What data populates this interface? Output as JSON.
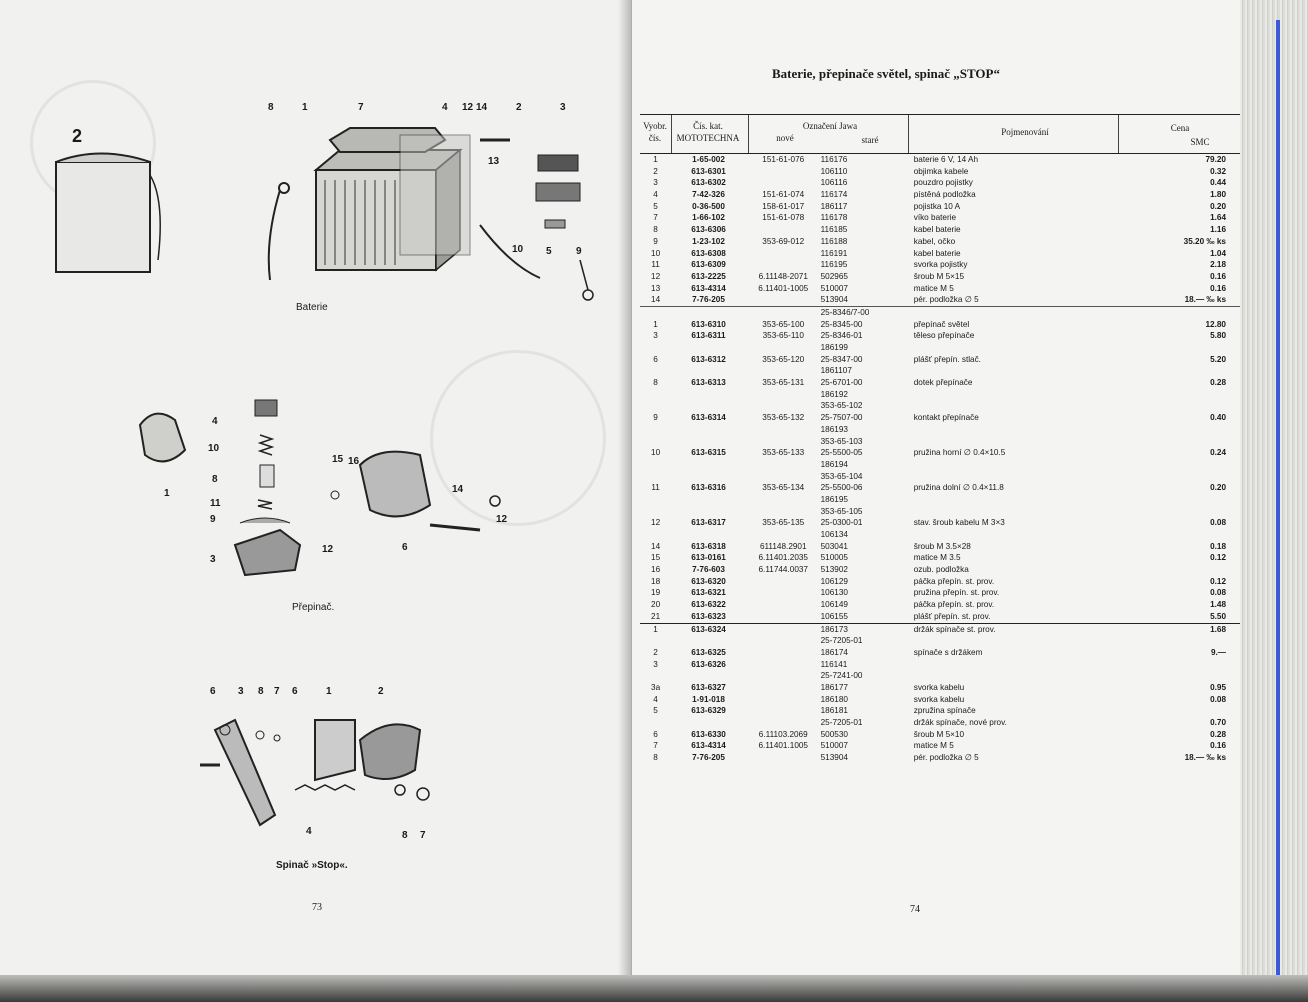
{
  "left_page": {
    "page_number": "73",
    "captions": {
      "battery": "Baterie",
      "switch": "Přepinač.",
      "stop": "Spinač »Stop«."
    },
    "battery_callouts": [
      "8",
      "1",
      "7",
      "4",
      "12",
      "14",
      "2",
      "3",
      "13",
      "10",
      "5",
      "9"
    ],
    "battery_callout_big": "2",
    "switch_callouts": [
      "4",
      "10",
      "8",
      "11",
      "9",
      "3",
      "12",
      "15",
      "16",
      "6",
      "14",
      "12",
      "1"
    ],
    "stop_callouts": [
      "6",
      "3",
      "8",
      "7",
      "6",
      "1",
      "2",
      "4",
      "8",
      "7"
    ]
  },
  "right_page": {
    "page_number": "74",
    "title": "Baterie, přepinače světel, spinač „STOP“",
    "headers": {
      "vyobr": "Vyobr.",
      "cis": "čís.",
      "cat": "Čís. kat.",
      "moto": "MOTOTECHNA",
      "jawa": "Označení Jawa",
      "nove": "nové",
      "stare": "staré",
      "name": "Pojmenování",
      "cena": "Cena",
      "smc": "SMC"
    },
    "rows": [
      {
        "n": "1",
        "cat": "1-65-002",
        "nove": "151-61-076",
        "stare": "116176",
        "name": "baterie 6 V, 14 Ah",
        "price": "79.20"
      },
      {
        "n": "2",
        "cat": "613-6301",
        "nove": "",
        "stare": "106110",
        "name": "objimka kabele",
        "price": "0.32"
      },
      {
        "n": "3",
        "cat": "613-6302",
        "nove": "",
        "stare": "106116",
        "name": "pouzdro pojistky",
        "price": "0.44"
      },
      {
        "n": "4",
        "cat": "7-42-326",
        "nove": "151-61-074",
        "stare": "116174",
        "name": "pístěná podložka",
        "price": "1.80"
      },
      {
        "n": "5",
        "cat": "0-36-500",
        "nove": "158-61-017",
        "stare": "186117",
        "name": "pojistka 10 A",
        "price": "0.20"
      },
      {
        "n": "7",
        "cat": "1-66-102",
        "nove": "151-61-078",
        "stare": "116178",
        "name": "víko baterie",
        "price": "1.64"
      },
      {
        "n": "8",
        "cat": "613-6306",
        "nove": "",
        "stare": "116185",
        "name": "kabel baterie",
        "price": "1.16"
      },
      {
        "n": "9",
        "cat": "1-23-102",
        "nove": "353-69-012",
        "stare": "116188",
        "name": "kabel, očko",
        "price": "35.20 ‰ ks"
      },
      {
        "n": "10",
        "cat": "613-6308",
        "nove": "",
        "stare": "116191",
        "name": "kabel baterie",
        "price": "1.04"
      },
      {
        "n": "11",
        "cat": "613-6309",
        "nove": "",
        "stare": "116195",
        "name": "svorka pojistky",
        "price": "2.18"
      },
      {
        "n": "12",
        "cat": "613-2225",
        "nove": "6.11148-2071",
        "stare": "502965",
        "name": "šroub M 5×15",
        "price": "0.16"
      },
      {
        "n": "13",
        "cat": "613-4314",
        "nove": "6.11401-1005",
        "stare": "510007",
        "name": "matice M 5",
        "price": "0.16"
      },
      {
        "n": "14",
        "cat": "7-76-205",
        "nove": "",
        "stare": "513904",
        "name": "pér. podložka ∅ 5",
        "price": "18.— ‰ ks"
      },
      {
        "n": "",
        "cat": "",
        "nove": "",
        "stare": "25-8346/7-00",
        "name": "",
        "price": "",
        "sep": true
      },
      {
        "n": "1",
        "cat": "613-6310",
        "nove": "353-65-100",
        "stare": "25-8345-00",
        "name": "přepínač světel",
        "price": "12.80"
      },
      {
        "n": "3",
        "cat": "613-6311",
        "nove": "353-65-110",
        "stare": "25-8346-01",
        "name": "těleso přepínače",
        "price": "5.80"
      },
      {
        "n": "",
        "cat": "",
        "nove": "",
        "stare": "186199",
        "name": "",
        "price": ""
      },
      {
        "n": "6",
        "cat": "613-6312",
        "nove": "353-65-120",
        "stare": "25-8347-00",
        "name": "plášť přepín. stlač.",
        "price": "5.20"
      },
      {
        "n": "",
        "cat": "",
        "nove": "",
        "stare": "1861107",
        "name": "",
        "price": ""
      },
      {
        "n": "8",
        "cat": "613-6313",
        "nove": "353-65-131",
        "stare": "25-6701-00",
        "name": "dotek přepínače",
        "price": "0.28"
      },
      {
        "n": "",
        "cat": "",
        "nove": "",
        "stare": "186192",
        "name": "",
        "price": ""
      },
      {
        "n": "",
        "cat": "",
        "nove": "",
        "stare": "353-65-102",
        "name": "",
        "price": ""
      },
      {
        "n": "9",
        "cat": "613-6314",
        "nove": "353-65-132",
        "stare": "25-7507-00",
        "name": "kontakt přepínače",
        "price": "0.40"
      },
      {
        "n": "",
        "cat": "",
        "nove": "",
        "stare": "186193",
        "name": "",
        "price": ""
      },
      {
        "n": "",
        "cat": "",
        "nove": "",
        "stare": "353-65-103",
        "name": "",
        "price": ""
      },
      {
        "n": "10",
        "cat": "613-6315",
        "nove": "353-65-133",
        "stare": "25-5500-05",
        "name": "pružina horní ∅ 0.4×10.5",
        "price": "0.24"
      },
      {
        "n": "",
        "cat": "",
        "nove": "",
        "stare": "186194",
        "name": "",
        "price": ""
      },
      {
        "n": "",
        "cat": "",
        "nove": "",
        "stare": "353-65-104",
        "name": "",
        "price": ""
      },
      {
        "n": "11",
        "cat": "613-6316",
        "nove": "353-65-134",
        "stare": "25-5500-06",
        "name": "pružina dolní ∅ 0.4×11.8",
        "price": "0.20"
      },
      {
        "n": "",
        "cat": "",
        "nove": "",
        "stare": "186195",
        "name": "",
        "price": ""
      },
      {
        "n": "",
        "cat": "",
        "nove": "",
        "stare": "353-65-105",
        "name": "",
        "price": ""
      },
      {
        "n": "12",
        "cat": "613-6317",
        "nove": "353-65-135",
        "stare": "25-0300-01",
        "name": "stav. šroub kabelu M 3×3",
        "price": "0.08"
      },
      {
        "n": "",
        "cat": "",
        "nove": "",
        "stare": "106134",
        "name": "",
        "price": ""
      },
      {
        "n": "14",
        "cat": "613-6318",
        "nove": "611148.2901",
        "stare": "503041",
        "name": "šroub M 3.5×28",
        "price": "0.18"
      },
      {
        "n": "15",
        "cat": "613-0161",
        "nove": "6.11401.2035",
        "stare": "510005",
        "name": "matice M 3.5",
        "price": "0.12"
      },
      {
        "n": "16",
        "cat": "7-76-603",
        "nove": "6.11744.0037",
        "stare": "513902",
        "name": "ozub. podložka",
        "price": ""
      },
      {
        "n": "18",
        "cat": "613-6320",
        "nove": "",
        "stare": "106129",
        "name": "páčka přepín. st. prov.",
        "price": "0.12"
      },
      {
        "n": "19",
        "cat": "613-6321",
        "nove": "",
        "stare": "106130",
        "name": "pružina přepín. st. prov.",
        "price": "0.08"
      },
      {
        "n": "20",
        "cat": "613-6322",
        "nove": "",
        "stare": "106149",
        "name": "páčka přepín. st. prov.",
        "price": "1.48"
      },
      {
        "n": "21",
        "cat": "613-6323",
        "nove": "",
        "stare": "106155",
        "name": "plášť přepín. st. prov.",
        "price": "5.50"
      },
      {
        "n": "1",
        "cat": "613-6324",
        "nove": "",
        "stare": "186173",
        "name": "držák spínače st. prov.",
        "price": "1.68",
        "sep2": true
      },
      {
        "n": "",
        "cat": "",
        "nove": "",
        "stare": "25-7205-01",
        "name": "",
        "price": ""
      },
      {
        "n": "2",
        "cat": "613-6325",
        "nove": "",
        "stare": "186174",
        "name": "spínače s držákem",
        "price": "9.—"
      },
      {
        "n": "3",
        "cat": "613-6326",
        "nove": "",
        "stare": "116141",
        "name": "",
        "price": ""
      },
      {
        "n": "",
        "cat": "",
        "nove": "",
        "stare": "25-7241-00",
        "name": "",
        "price": ""
      },
      {
        "n": "3a",
        "cat": "613-6327",
        "nove": "",
        "stare": "186177",
        "name": "svorka kabelu",
        "price": "0.95"
      },
      {
        "n": "4",
        "cat": "1-91-018",
        "nove": "",
        "stare": "186180",
        "name": "svorka kabelu",
        "price": "0.08"
      },
      {
        "n": "5",
        "cat": "613-6329",
        "nove": "",
        "stare": "186181",
        "name": "zpružina spínače",
        "price": ""
      },
      {
        "n": "",
        "cat": "",
        "nove": "",
        "stare": "25-7205-01",
        "name": "držák spínače, nové prov.",
        "price": "0.70"
      },
      {
        "n": "6",
        "cat": "613-6330",
        "nove": "6.11103.2069",
        "stare": "500530",
        "name": "šroub M 5×10",
        "price": "0.28"
      },
      {
        "n": "7",
        "cat": "613-4314",
        "nove": "6.11401.1005",
        "stare": "510007",
        "name": "matice M 5",
        "price": "0.16"
      },
      {
        "n": "8",
        "cat": "7-76-205",
        "nove": "",
        "stare": "513904",
        "name": "pér. podložka ∅ 5",
        "price": "18.— ‰ ks"
      }
    ]
  }
}
